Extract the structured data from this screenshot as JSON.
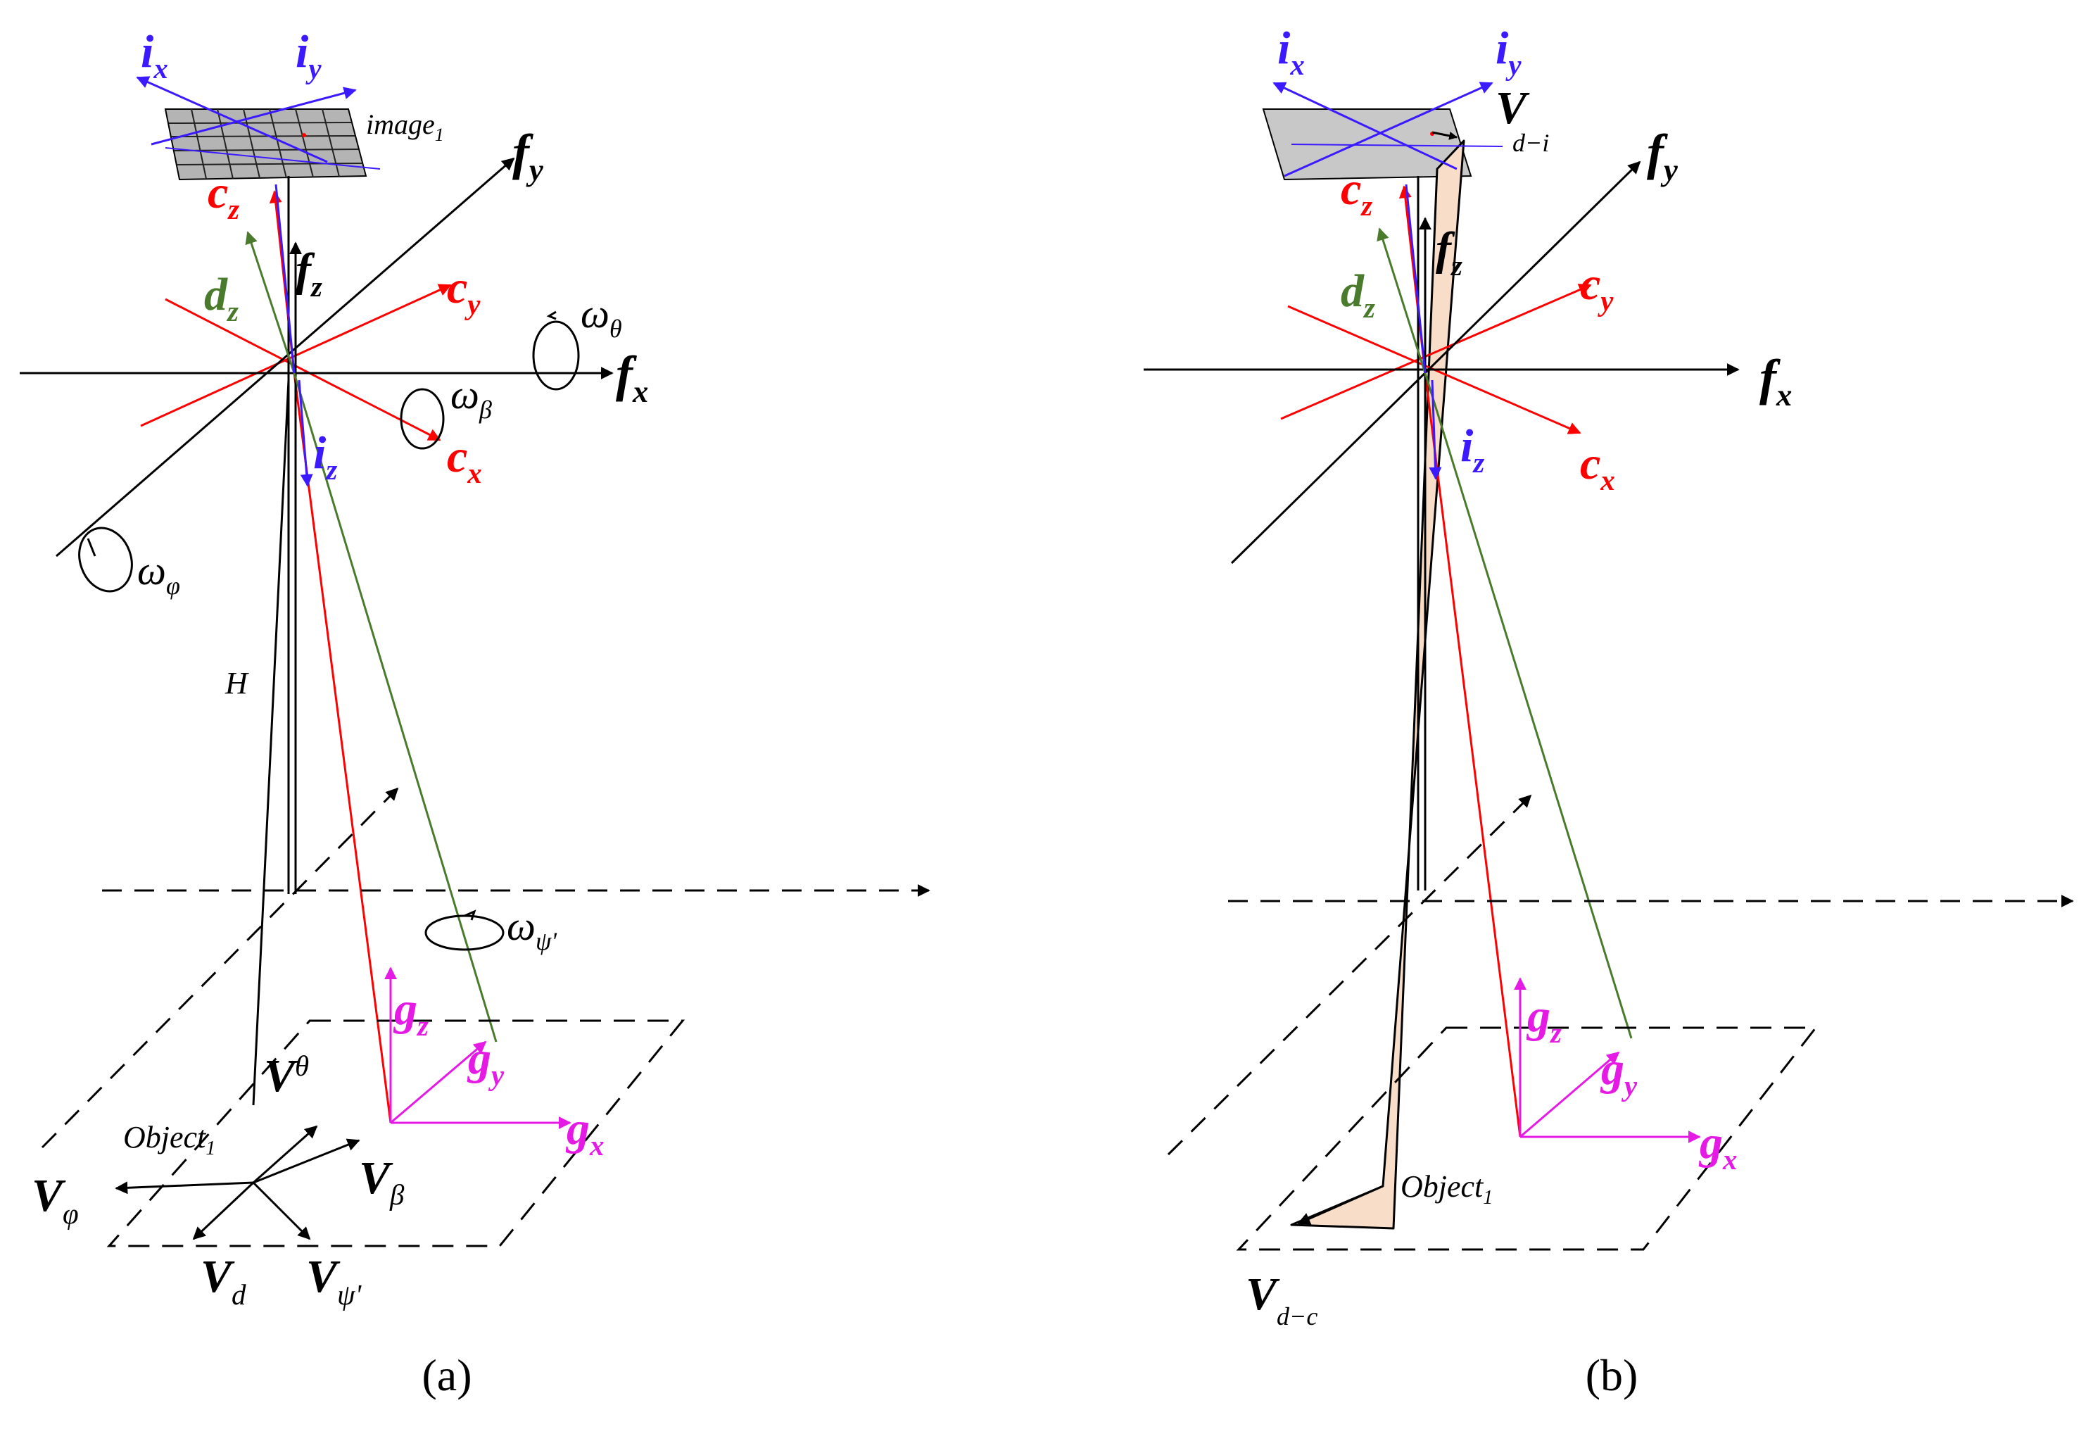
{
  "colors": {
    "black": "#000000",
    "red": "#ff0000",
    "blue": "#3b1aff",
    "green": "#4a7a2c",
    "magenta": "#e51ae5",
    "grid_fill": "#b4b4b4",
    "plane_fill": "#c8c8c8",
    "wedge_fill": "#f8ddc8"
  },
  "panel_a": {
    "caption": "(a)",
    "i": "i",
    "x": "x",
    "y": "y",
    "z": "z",
    "image_label": "image",
    "image_sub": "1",
    "c": "c",
    "d": "d",
    "f": "f",
    "g": "g",
    "V": "V",
    "omega": "ω",
    "theta": "θ",
    "beta": "β",
    "phi": "φ",
    "psi": "ψ'",
    "H": "H",
    "object_label": "Object",
    "object_sub": "1",
    "v_d_sub": "d"
  },
  "panel_b": {
    "caption": "(b)",
    "i": "i",
    "x": "x",
    "y": "y",
    "z": "z",
    "c": "c",
    "d": "d",
    "f": "f",
    "g": "g",
    "V": "V",
    "v_di_sub": "d−i",
    "v_dc_sub": "d−c",
    "object_label": "Object",
    "object_sub": "1"
  }
}
